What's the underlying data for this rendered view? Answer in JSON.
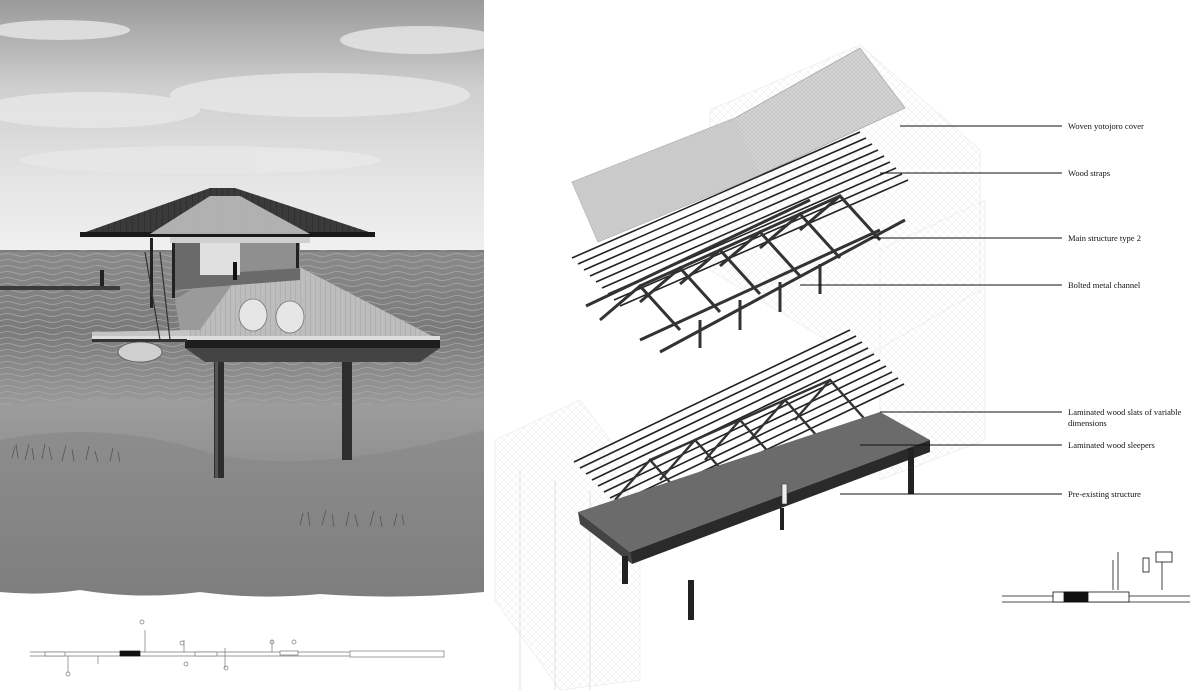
{
  "callouts": [
    {
      "line1": "Woven yotojoro cover",
      "line2": ""
    },
    {
      "line1": "Wood straps",
      "line2": ""
    },
    {
      "line1": "Main structure type 2",
      "line2": ""
    },
    {
      "line1": "Bolted metal channel",
      "line2": ""
    },
    {
      "line1": "Laminated wood slats of variable",
      "line2": "dimensions"
    },
    {
      "line1": "Laminated wood sleepers",
      "line2": ""
    },
    {
      "line1": "Pre-existing structure",
      "line2": ""
    }
  ]
}
